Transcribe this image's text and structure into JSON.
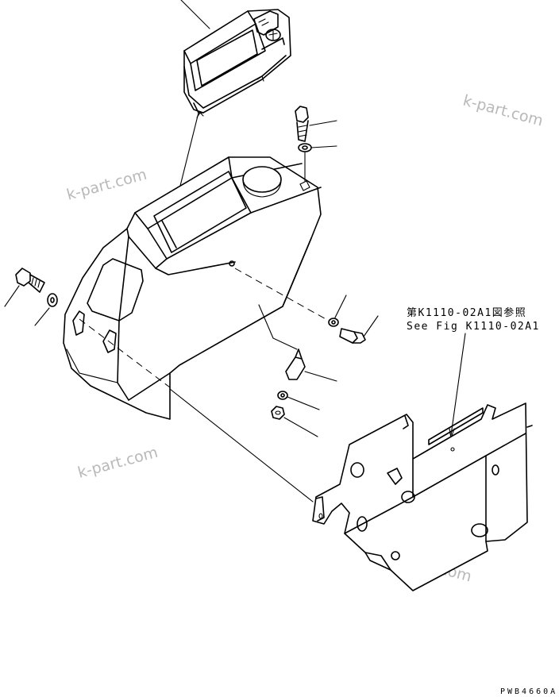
{
  "watermarks": [
    "k-part.com",
    "k-part.com",
    "k-part.com",
    "k-part.com"
  ],
  "reference_note": {
    "line1": "第K1110-02A1図参照",
    "line2": "See Fig K1110-02A1"
  },
  "drawing_code": "PWB4660A",
  "colors": {
    "line": "#000000",
    "watermark": "#b9b9b9",
    "background": "#ffffff"
  }
}
